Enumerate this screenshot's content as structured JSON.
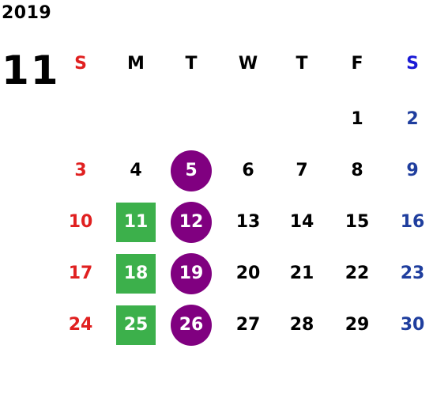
{
  "year": "2019",
  "month": "11",
  "colors": {
    "sunday": "#e02020",
    "saturday_header": "#1a1ad6",
    "saturday": "#1f3e9e",
    "weekday": "#000000",
    "highlight_green": "#3cb04b",
    "highlight_purple": "#800080"
  },
  "weekdays": [
    "S",
    "M",
    "T",
    "W",
    "T",
    "F",
    "S"
  ],
  "weeks": [
    [
      "",
      "",
      "",
      "",
      "",
      "1",
      "2"
    ],
    [
      "3",
      "4",
      "5",
      "6",
      "7",
      "8",
      "9"
    ],
    [
      "10",
      "11",
      "12",
      "13",
      "14",
      "15",
      "16"
    ],
    [
      "17",
      "18",
      "19",
      "20",
      "21",
      "22",
      "23"
    ],
    [
      "24",
      "25",
      "26",
      "27",
      "28",
      "29",
      "30"
    ]
  ],
  "highlights": {
    "green_square": [
      "11",
      "18",
      "25"
    ],
    "purple_circle": [
      "5",
      "12",
      "19",
      "26"
    ]
  }
}
